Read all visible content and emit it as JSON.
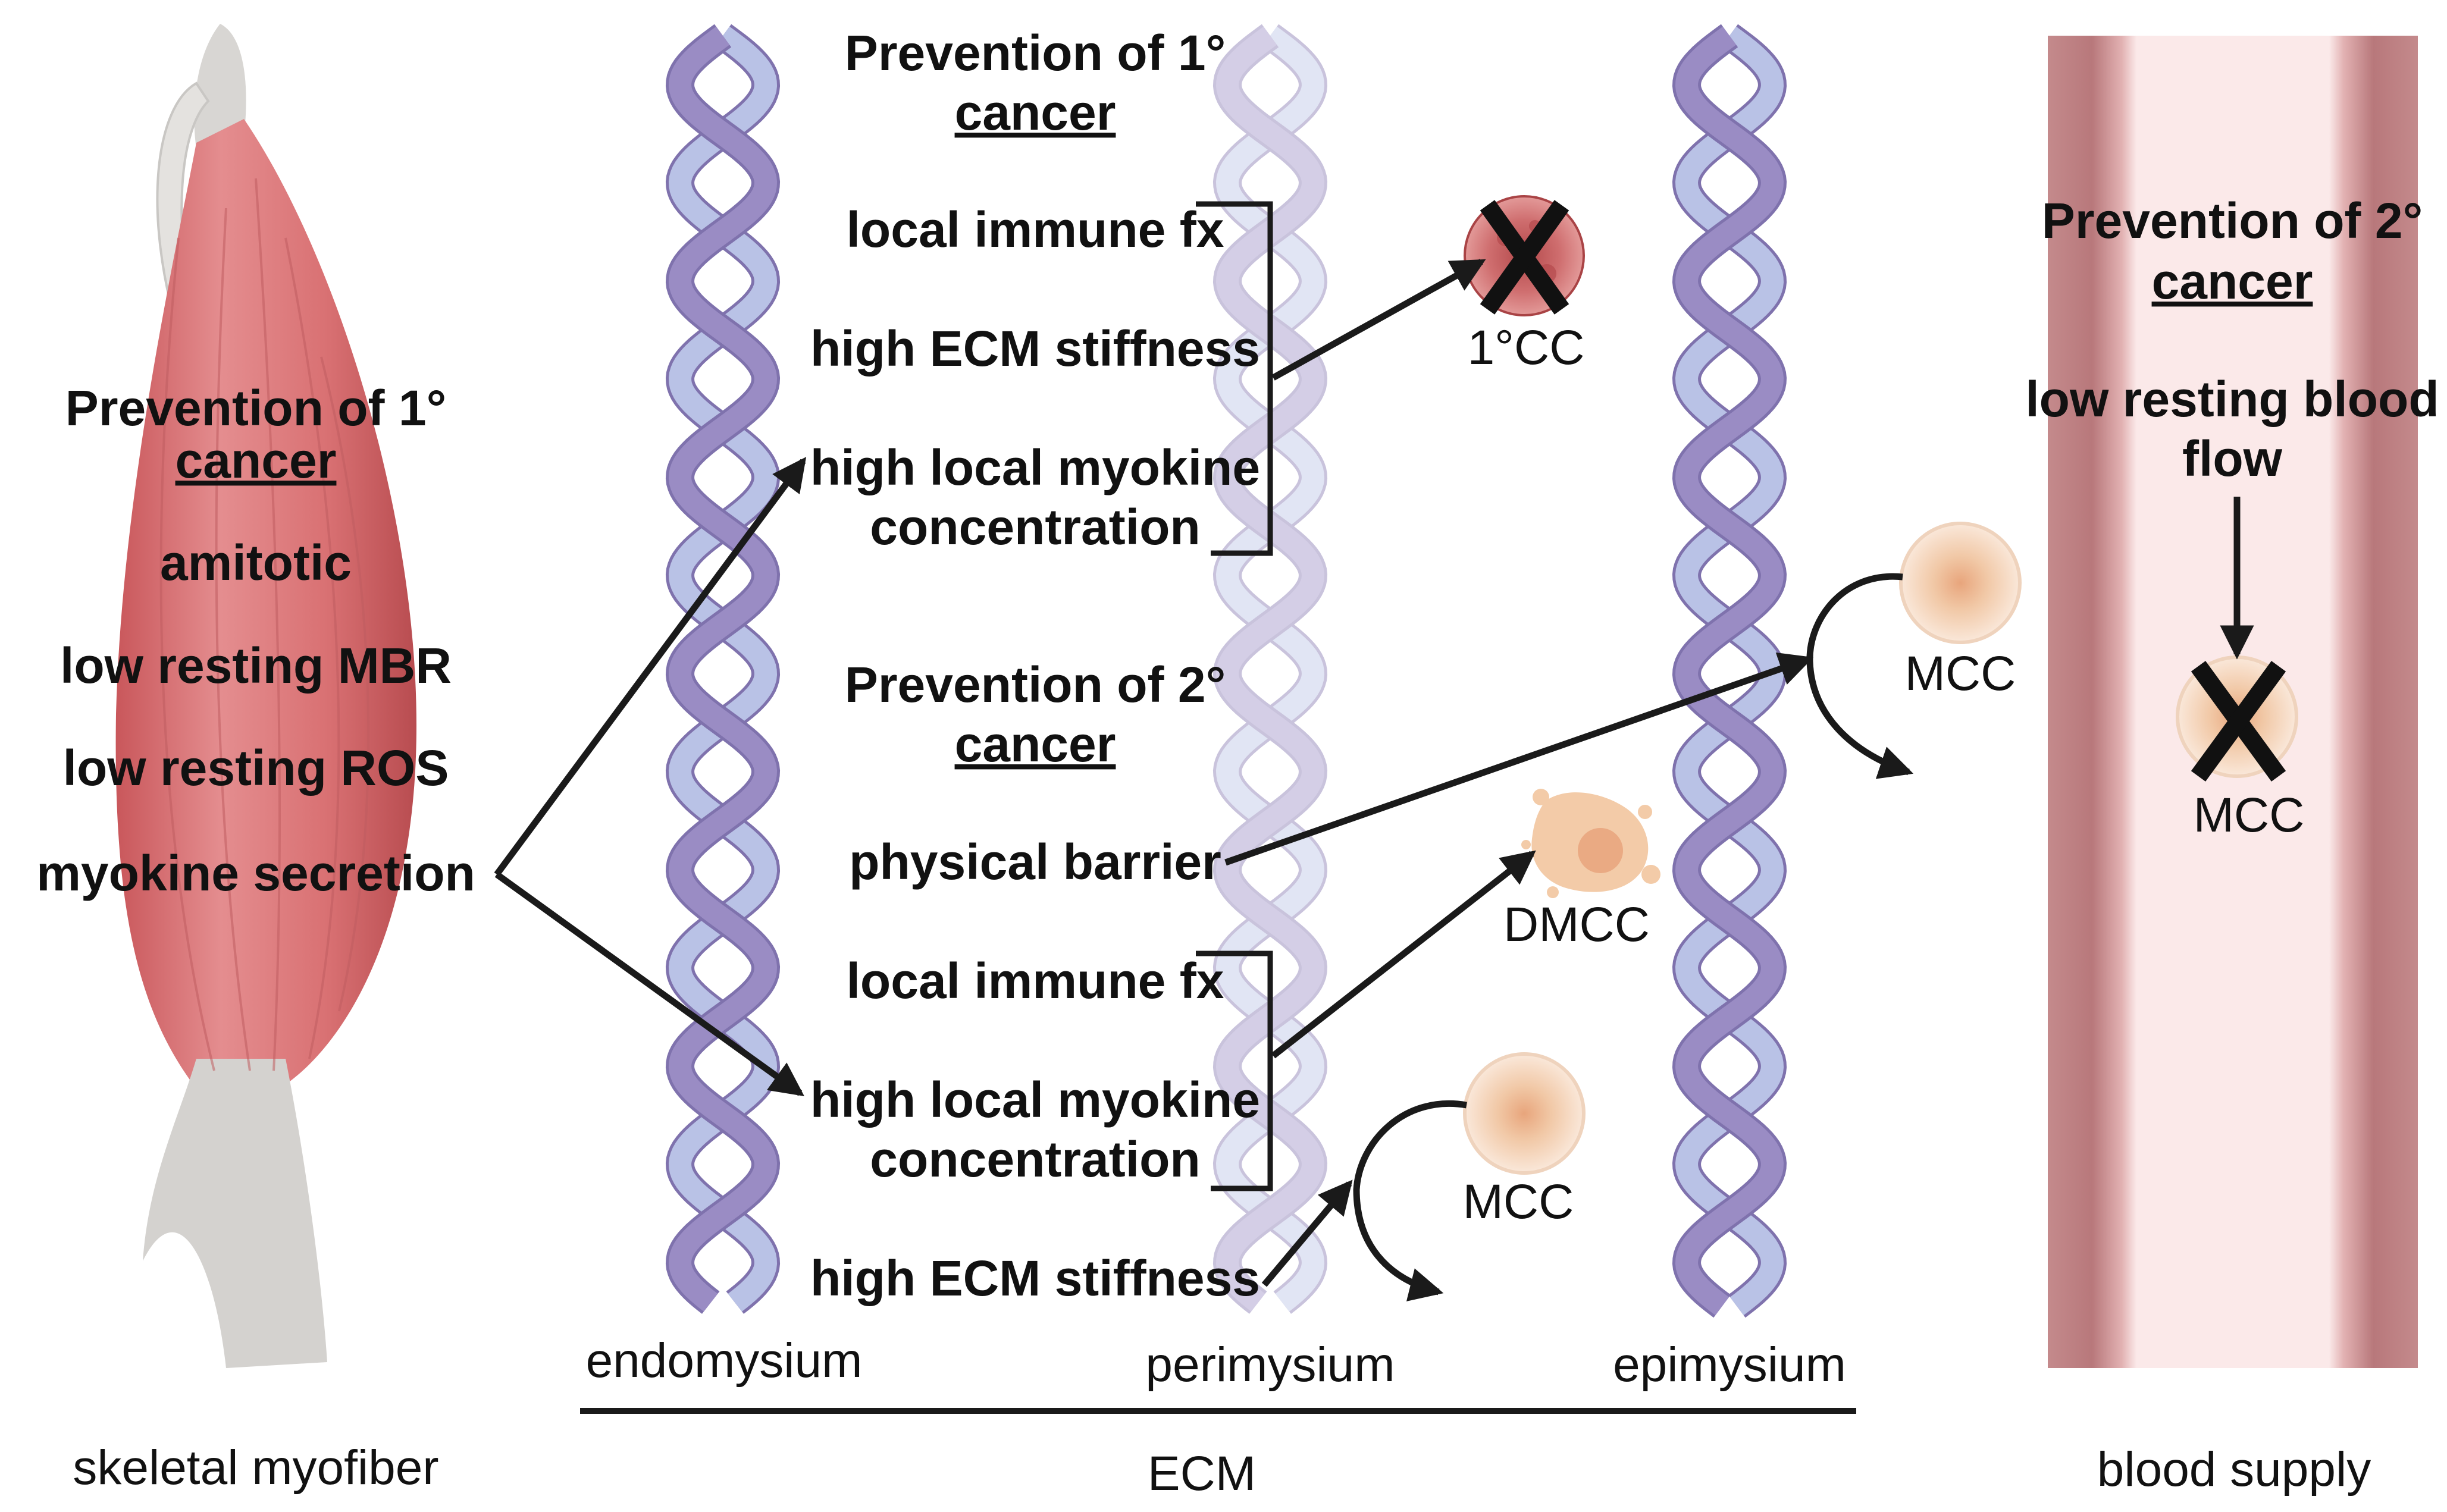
{
  "myofiber": {
    "heading_line1": "Prevention of 1°",
    "heading_line2": "cancer",
    "items": [
      "amitotic",
      "low resting MBR",
      "low resting ROS",
      "myokine secretion"
    ],
    "label": "skeletal myofiber"
  },
  "ecm": {
    "primary": {
      "heading_line1": "Prevention of 1°",
      "heading_line2": "cancer",
      "items": [
        "local immune fx",
        "high ECM stiffness",
        "high local myokine",
        "concentration"
      ],
      "cell_label": "1°CC"
    },
    "secondary": {
      "heading_line1": "Prevention of 2°",
      "heading_line2": "cancer",
      "barrier": "physical barrier",
      "items": [
        "local immune fx",
        "high local myokine",
        "concentration",
        "high ECM stiffness"
      ],
      "dmcc_label": "DMCC",
      "mcc_label_mid": "MCC",
      "mcc_label_epi": "MCC"
    },
    "layers": [
      "endomysium",
      "perimysium",
      "epimysium"
    ],
    "label": "ECM"
  },
  "blood": {
    "heading_line1": "Prevention of 2°",
    "heading_line2": "cancer",
    "item_line1": "low resting blood",
    "item_line2": "flow",
    "cell_label": "MCC",
    "label": "blood supply"
  },
  "colors": {
    "muscle": "#d9777a",
    "tendon": "#d4d2cf",
    "helix_dark": "#9a8cc4",
    "helix_light": "#b9c2e6",
    "vessel_wall": "#c48a8c",
    "vessel_lumen": "#fbe9e9",
    "cancer_cell": "#e9b48f"
  }
}
